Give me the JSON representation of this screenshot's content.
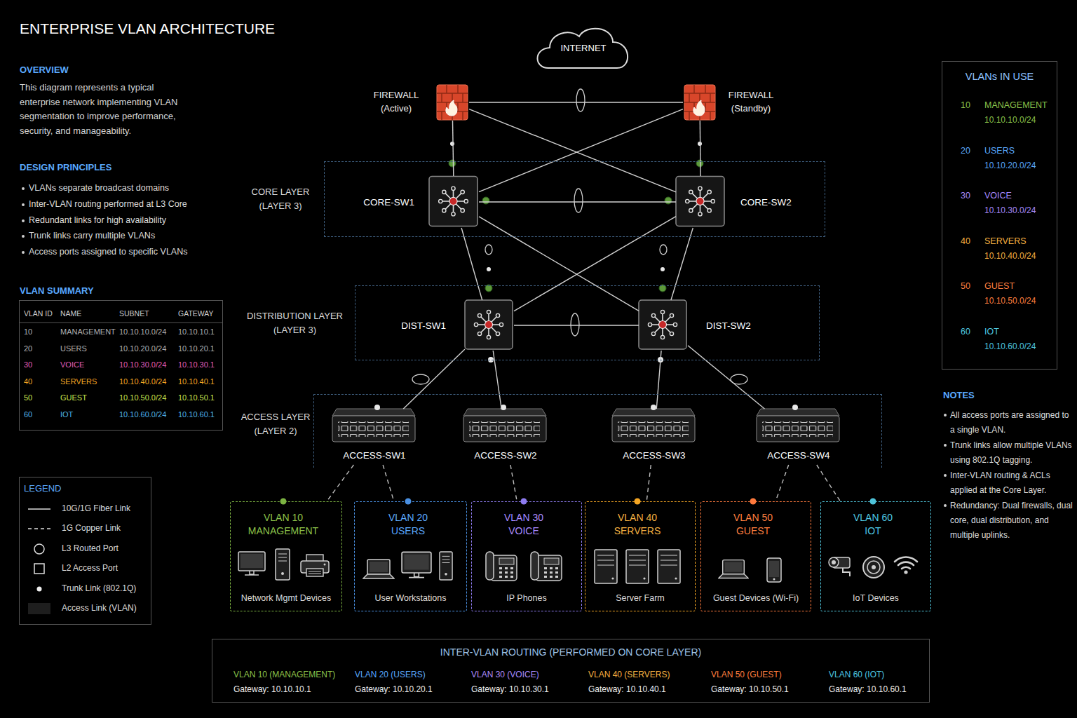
{
  "diagram": {
    "title": "ENTERPRISE VLAN ARCHITECTURE",
    "nodes": [
      {
        "text": [
          "INTERNET"
        ]
      },
      {
        "text": [
          "FIREWALL (Active)"
        ]
      },
      {
        "text": [
          "FIREWALL (Standby)"
        ]
      },
      {
        "text": [
          "CORE LAYER (LAYER 3)"
        ]
      },
      {
        "text": [
          "CORE-SW1"
        ],
        "in": 3
      },
      {
        "text": [
          "CORE-SW2"
        ],
        "in": 3
      },
      {
        "text": [
          "DISTRIBUTION LAYER (LAYER 3)"
        ]
      },
      {
        "text": [
          "DIST-SW1"
        ],
        "in": 6
      },
      {
        "text": [
          "DIST-SW2"
        ],
        "in": 6
      },
      {
        "text": [
          "ACCESS LAYER (LAYER 2)"
        ]
      },
      {
        "text": [
          "ACCESS-SW1"
        ],
        "in": 9
      },
      {
        "text": [
          "ACCESS-SW2"
        ],
        "in": 9
      },
      {
        "text": [
          "ACCESS-SW3"
        ],
        "in": 9
      },
      {
        "text": [
          "ACCESS-SW4"
        ],
        "in": 9
      },
      {
        "text": [
          "VLAN 10 MANAGEMENT",
          "Network Mgmt Devices"
        ]
      },
      {
        "text": [
          "VLAN 20 USERS",
          "User Workstations"
        ]
      },
      {
        "text": [
          "VLAN 30 VOICE",
          "IP Phones"
        ]
      },
      {
        "text": [
          "VLAN 40 SERVERS",
          "Server Farm"
        ]
      },
      {
        "text": [
          "VLAN 50 GUEST",
          "Guest Devices (Wi-Fi)"
        ]
      },
      {
        "text": [
          "VLAN 60 IOT",
          "IoT Devices"
        ]
      },
      {
        "text": [
          "VLANs IN USE",
          "10",
          "MANAGEMENT",
          "10.10.10.0/24",
          "20",
          "USERS",
          "10.10.20.0/24",
          "30",
          "VOICE",
          "10.10.30.0/24",
          "40",
          "SERVERS",
          "10.10.40.0/24",
          "50",
          "GUEST",
          "10.10.50.0/24",
          "60",
          "IOT",
          "10.10.60.0/24"
        ]
      },
      {
        "text": [
          "INTER-VLAN ROUTING (PERFORMED ON CORE LAYER)",
          "VLAN 10 (MANAGEMENT)",
          "Gateway: 10.10.10.1",
          "VLAN 20 (USERS)",
          "Gateway: 10.10.20.1",
          "VLAN 30 (VOICE)",
          "Gateway: 10.10.30.1",
          "VLAN 40 (SERVERS)",
          "Gateway: 10.10.40.1",
          "VLAN 50 (GUEST)",
          "Gateway: 10.10.50.1",
          "VLAN 60 (IOT)",
          "Gateway: 10.10.60.1"
        ]
      }
    ],
    "edges": [
      {
        "from": 1,
        "to": 2,
        "arrow": "none"
      },
      {
        "from": 1,
        "to": 4,
        "arrow": "none"
      },
      {
        "from": 2,
        "to": 5,
        "arrow": "none"
      },
      {
        "from": 1,
        "to": 5,
        "arrow": "none"
      },
      {
        "from": 2,
        "to": 4,
        "arrow": "none"
      },
      {
        "from": 4,
        "to": 5,
        "arrow": "none"
      },
      {
        "from": 4,
        "to": 7,
        "arrow": "none"
      },
      {
        "from": 4,
        "to": 8,
        "arrow": "none"
      },
      {
        "from": 5,
        "to": 7,
        "arrow": "none"
      },
      {
        "from": 5,
        "to": 8,
        "arrow": "none"
      },
      {
        "from": 7,
        "to": 8,
        "arrow": "none"
      },
      {
        "from": 7,
        "to": 10,
        "arrow": "none"
      },
      {
        "from": 7,
        "to": 11,
        "arrow": "none"
      },
      {
        "from": 8,
        "to": 12,
        "arrow": "none"
      },
      {
        "from": 8,
        "to": 13,
        "arrow": "none"
      },
      {
        "from": 10,
        "to": 14,
        "arrow": "none"
      },
      {
        "from": 10,
        "to": 15,
        "arrow": "none"
      },
      {
        "from": 11,
        "to": 16,
        "arrow": "none"
      },
      {
        "from": 12,
        "to": 17,
        "arrow": "none"
      },
      {
        "from": 13,
        "to": 18,
        "arrow": "none"
      },
      {
        "from": 13,
        "to": 19,
        "arrow": "none"
      }
    ],
    "labels": [
      "OVERVIEW",
      "This diagram represents a typical enterprise network implementing VLAN segmentation to improve performance, security, and manageability.",
      "DESIGN PRINCIPLES",
      "VLANs separate broadcast domains",
      "Inter-VLAN routing performed at L3 Core",
      "Redundant links for high availability",
      "Trunk links carry multiple VLANs",
      "Access ports assigned to specific VLANs",
      "VLAN SUMMARY",
      "VLAN ID",
      "NAME",
      "SUBNET",
      "GATEWAY",
      "10",
      "MANAGEMENT",
      "10.10.10.0/24",
      "10.10.10.1",
      "20",
      "USERS",
      "10.10.20.0/24",
      "10.10.20.1",
      "30",
      "VOICE",
      "10.10.30.0/24",
      "10.10.30.1",
      "40",
      "SERVERS",
      "10.10.40.0/24",
      "10.10.40.1",
      "50",
      "GUEST",
      "10.10.50.0/24",
      "10.10.50.1",
      "60",
      "IOT",
      "10.10.60.0/24",
      "10.10.60.1",
      "LEGEND",
      "NOTES",
      "All access ports are assigned to a single VLAN.",
      "Trunk links allow multiple VLANs using 802.1Q tagging.",
      "Inter-VLAN routing & ACLs applied at the Core Layer.",
      "Redundancy: Dual firewalls, dual core, dual distribution, and multiple uplinks."
    ],
    "legend": [
      {
        "text": "10G/1G Fiber Link"
      },
      {
        "text": "1G Copper Link"
      },
      {
        "text": "L3 Routed Port"
      },
      {
        "text": "L2 Access Port"
      },
      {
        "text": "Trunk Link (802.1Q)"
      },
      {
        "text": "Access Link (VLAN)",
        "color": "#1e1e1e"
      }
    ]
  }
}
